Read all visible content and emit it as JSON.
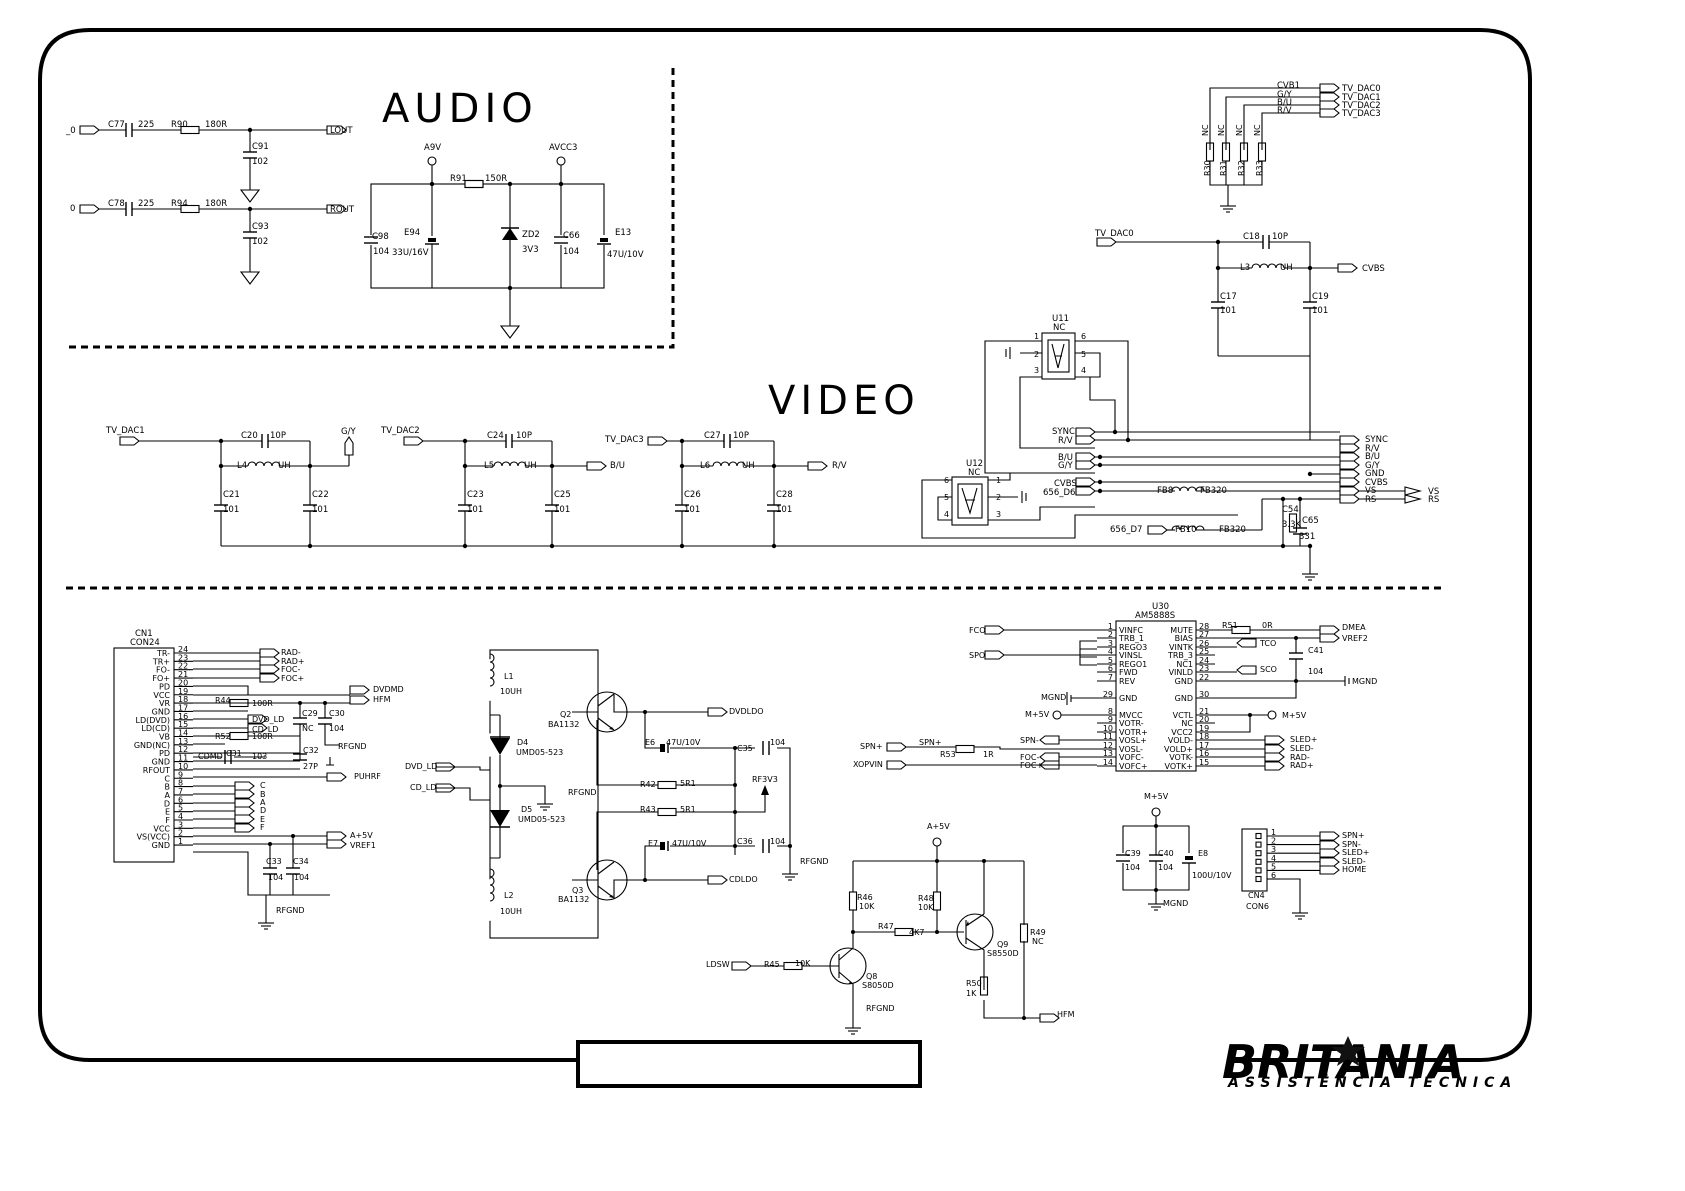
{
  "titles": {
    "audio": "AUDIO",
    "video": "VIDEO"
  },
  "brand": {
    "name": "BRITANIA",
    "subtitle": "ASSISTÊNCIA TÉCNICA"
  },
  "audio": {
    "lout_in": "_0",
    "rout_in": "0",
    "c77": "C77",
    "c77v": "225",
    "r90": "R90",
    "r90v": "180R",
    "lout": "LOUT",
    "c91": "C91",
    "c91v": "102",
    "c78": "C78",
    "c78v": "225",
    "r94": "R94",
    "r94v": "180R",
    "rout": "ROUT",
    "c93": "C93",
    "c93v": "102",
    "a9v": "A9V",
    "avcc3": "AVCC3",
    "r91": "R91",
    "r91v": "150R",
    "c98": "C98",
    "c98v": "104",
    "e94": "E94",
    "e94v": "33U/16V",
    "zd2": "ZD2",
    "zd2v": "3V3",
    "c66": "C66",
    "c66v": "104",
    "e13": "E13",
    "e13v": "47U/10V"
  },
  "dac": {
    "nets": [
      "CVB1",
      "G/Y",
      "B/U",
      "R/V"
    ],
    "outs": [
      "TV_DAC0",
      "TV_DAC1",
      "TV_DAC2",
      "TV_DAC3"
    ],
    "nc": "NC",
    "res": [
      "R30",
      "R31",
      "R32",
      "R33"
    ]
  },
  "cvbs": {
    "in": "TV_DAC0",
    "c18": "C18",
    "c18v": "10P",
    "l3": "L3",
    "l3v": "UH",
    "out": "CVBS",
    "c17": "C17",
    "c17v": "101",
    "c19": "C19",
    "c19v": "101"
  },
  "video": {
    "f1": {
      "in": "TV_DAC1",
      "c": "C20",
      "cv": "10P",
      "l": "L4",
      "lv": "UH",
      "out": "G/Y",
      "ca": "C21",
      "cav": "101",
      "cb": "C22",
      "cbv": "101"
    },
    "f2": {
      "in": "TV_DAC2",
      "c": "C24",
      "cv": "10P",
      "l": "L5",
      "lv": "UH",
      "out": "B/U",
      "ca": "C23",
      "cav": "101",
      "cb": "C25",
      "cbv": "101"
    },
    "f3": {
      "in": "TV_DAC3",
      "c": "C27",
      "cv": "10P",
      "l": "L6",
      "lv": "UH",
      "out": "R/V",
      "ca": "C26",
      "cav": "101",
      "cb": "C28",
      "cbv": "101"
    }
  },
  "switch": {
    "u11": "U11",
    "u11v": "NC",
    "u12": "U12",
    "u12v": "NC",
    "pins": [
      "1",
      "2",
      "3",
      "4",
      "5",
      "6"
    ],
    "nets": [
      "SYNC",
      "R/V",
      "B/U",
      "G/Y",
      "CVBS",
      "656_D6",
      "656_D7"
    ],
    "outs": [
      "SYNC",
      "R/V",
      "B/U",
      "G/Y",
      "GND",
      "CVBS",
      "VS",
      "RS"
    ],
    "vs": "VS",
    "rs": "RS",
    "fb8": "FB8",
    "fb8v": "FB320",
    "fb10": "FB10",
    "fb10v": "FB320",
    "c54": "C54",
    "c54v": "3.3K",
    "c65": "C65",
    "c65v": "331"
  },
  "cn1": {
    "ref": "CN1",
    "part": "CON24",
    "names": [
      "TR-",
      "TR+",
      "FO-",
      "FO+",
      "PD",
      "VCC",
      "VR",
      "GND",
      "LD(DVD)",
      "LD(CD)",
      "VB",
      "GND(NC)",
      "PD",
      "GND",
      "RFOUT",
      "C",
      "B",
      "A",
      "D",
      "E",
      "F",
      "VCC",
      "VS(VCC)",
      "GND"
    ],
    "nums": [
      "24",
      "23",
      "22",
      "21",
      "20",
      "19",
      "18",
      "17",
      "16",
      "15",
      "14",
      "13",
      "12",
      "11",
      "10",
      "9",
      "8",
      "7",
      "6",
      "5",
      "4",
      "3",
      "2",
      "1"
    ],
    "nets_top": [
      "RAD-",
      "RAD+",
      "FOC-",
      "FOC+"
    ],
    "dvdmd": "DVDMD",
    "hfm": "HFM",
    "r44": "R44",
    "r44v": "100R",
    "r52": "R52",
    "r52v": "100R",
    "dvd_ld": "DVD_LD",
    "cd_ld": "CD_LD",
    "c29": "C29",
    "c29v": "NC",
    "c30": "C30",
    "c30v": "104",
    "rfgnd": "RFGND",
    "cdmd": "CDMD",
    "c31": "C31",
    "c31v": "103",
    "c32": "C32",
    "c32v": "27P",
    "puhrf": "PUHRF",
    "abc": [
      "C",
      "B",
      "A",
      "D",
      "E",
      "F"
    ],
    "a5v": "A+5V",
    "vref1": "VREF1",
    "c33": "C33",
    "c33v": "104",
    "c34": "C34",
    "c34v": "104",
    "rfgnd2": "RFGND"
  },
  "laser": {
    "l1": "L1",
    "l1v": "10UH",
    "l2": "L2",
    "l2v": "10UH",
    "d4": "D4",
    "d4v": "UMD05-523",
    "d5": "D5",
    "d5v": "UMD05-523",
    "dvd_ld": "DVD_LD",
    "cd_ld": "CD_LD",
    "rfgnd": "RFGND",
    "q2": "Q2",
    "q2v": "BA1132",
    "q3": "Q3",
    "q3v": "BA1132",
    "dvdldo": "DVDLDO",
    "cdldo": "CDLDO",
    "e6": "E6",
    "e6v": "47U/10V",
    "c35": "C35",
    "c35v": "104",
    "r42": "R42",
    "r42v": "5R1",
    "r43": "R43",
    "r43v": "5R1",
    "rf3v3": "RF3V3",
    "e7": "E7",
    "e7v": "47U/10V",
    "c36": "C36",
    "c36v": "104",
    "rfgnd2": "RFGND"
  },
  "hfm": {
    "a5v": "A+5V",
    "r46": "R46",
    "r46v": "10K",
    "r48": "R48",
    "r48v": "10K",
    "r47": "R47",
    "r47v": "4K7",
    "q9": "Q9",
    "q9v": "S8550D",
    "r49": "R49",
    "r49v": "NC",
    "ldsw": "LDSW",
    "r45": "R45",
    "r45v": "10K",
    "q8": "Q8",
    "q8v": "S8050D",
    "r50": "R50",
    "r50v": "1K",
    "rfgnd": "RFGND",
    "hfm": "HFM"
  },
  "u30": {
    "ref": "U30",
    "part": "AM5888S",
    "lpins": [
      "VINFC",
      "TRB_1",
      "REGO3",
      "VINSL",
      "REGO1",
      "FWD",
      "REV",
      "GND",
      "MVCC",
      "VOTR-",
      "VOTR+",
      "VOSL+",
      "VOSL-",
      "VOFC-",
      "VOFC+"
    ],
    "lnums": [
      "1",
      "2",
      "3",
      "4",
      "5",
      "6",
      "7",
      "29",
      "8",
      "9",
      "10",
      "11",
      "12",
      "13",
      "14"
    ],
    "rpins": [
      "MUTE",
      "BIAS",
      "VINTK",
      "TRB_3",
      "NC1",
      "VINLD",
      "GND",
      "GND",
      "VCTL",
      "NC",
      "VCC2",
      "VOLD-",
      "VOLD+",
      "VOTK-",
      "VOTK+"
    ],
    "rnums": [
      "28",
      "27",
      "26",
      "25",
      "24",
      "23",
      "22",
      "30",
      "21",
      "20",
      "19",
      "18",
      "17",
      "16",
      "15"
    ],
    "fco": "FCO",
    "spo": "SPO",
    "mgnd": "MGND",
    "m5v": "M+5V",
    "spnp": "SPN+",
    "xopvin": "XOPVIN",
    "spnp2": "SPN+",
    "r53": "R53",
    "r53v": "1R",
    "spnm": "SPN-",
    "focm": "FOC-",
    "focp": "FOC+",
    "r51": "R51",
    "r51v": "0R",
    "dmea": "DMEA",
    "vref2": "VREF2",
    "tco": "TCO",
    "sco": "SCO",
    "c41": "C41",
    "c41v": "104",
    "mgnd2": "MGND",
    "m5v2": "M+5V",
    "outs": [
      "SLED+",
      "SLED-",
      "RAD-",
      "RAD+"
    ]
  },
  "mcaps": {
    "m5v": "M+5V",
    "c39": "C39",
    "c39v": "104",
    "c40": "C40",
    "c40v": "104",
    "e8": "E8",
    "e8v": "100U/10V",
    "mgnd": "MGND"
  },
  "cn4": {
    "ref": "CN4",
    "part": "CON6",
    "nums": [
      "1",
      "2",
      "3",
      "4",
      "5",
      "6"
    ],
    "nets": [
      "SPN+",
      "SPN-",
      "SLED+",
      "SLED-",
      "HOME"
    ]
  }
}
